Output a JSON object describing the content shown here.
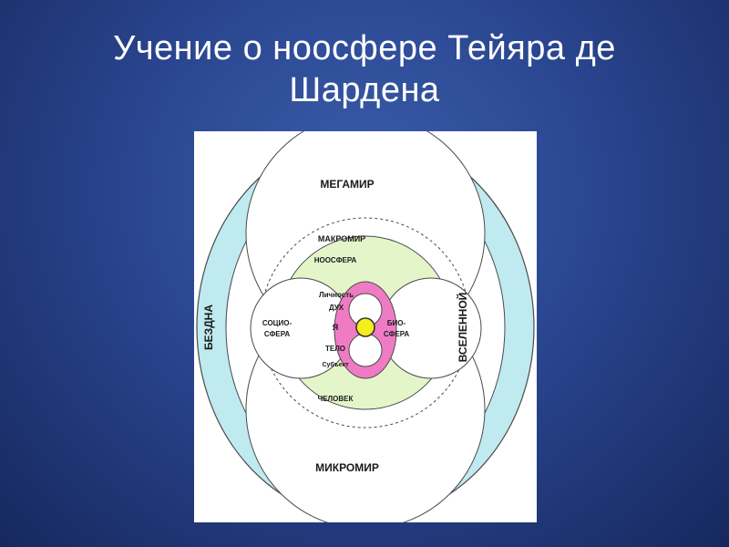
{
  "slide": {
    "title": "Учение о ноосфере Тейяра де Шардена"
  },
  "diagram": {
    "labels": {
      "megamir": "МЕГАМИР",
      "makromir": "МАКРОМИР",
      "noosfera": "НООСФЕРА",
      "lichnost": "Личность",
      "dukh": "ДУХ",
      "ya": "Я",
      "telo": "ТЕЛО",
      "subekt": "Субъект",
      "sotsio_1": "СОЦИО-",
      "sotsio_2": "СФЕРА",
      "bio_1": "БИО-",
      "bio_2": "СФЕРА",
      "chelovek": "ЧЕЛОВЕК",
      "mikromir": "МИКРОМИР",
      "bezdna": "БЕЗДНА",
      "vselennoy": "ВСЕЛЕННОЙ"
    },
    "colors": {
      "outer_ring": "#bfeaf0",
      "green_zone": "#e4f5c9",
      "pink_core": "#f07bc5",
      "ya_center": "#f6ee1c",
      "stroke": "#4a4a4a"
    }
  }
}
